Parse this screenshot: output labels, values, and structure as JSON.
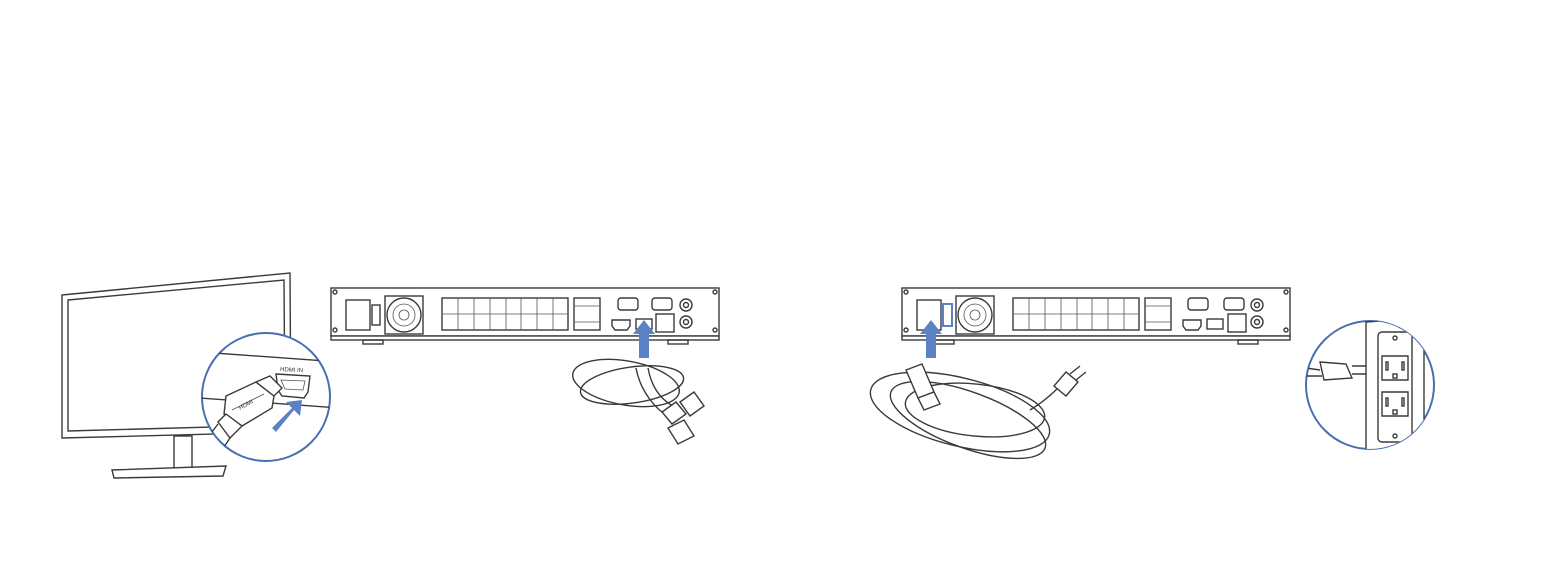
{
  "diagram": {
    "monitor_port_label": "HDMI IN",
    "cable_plug_label": "HDMI",
    "accent_color": "#5b82c4",
    "steps": [
      {
        "name": "connect-hdmi-to-monitor"
      },
      {
        "name": "connect-power-cord"
      }
    ]
  }
}
